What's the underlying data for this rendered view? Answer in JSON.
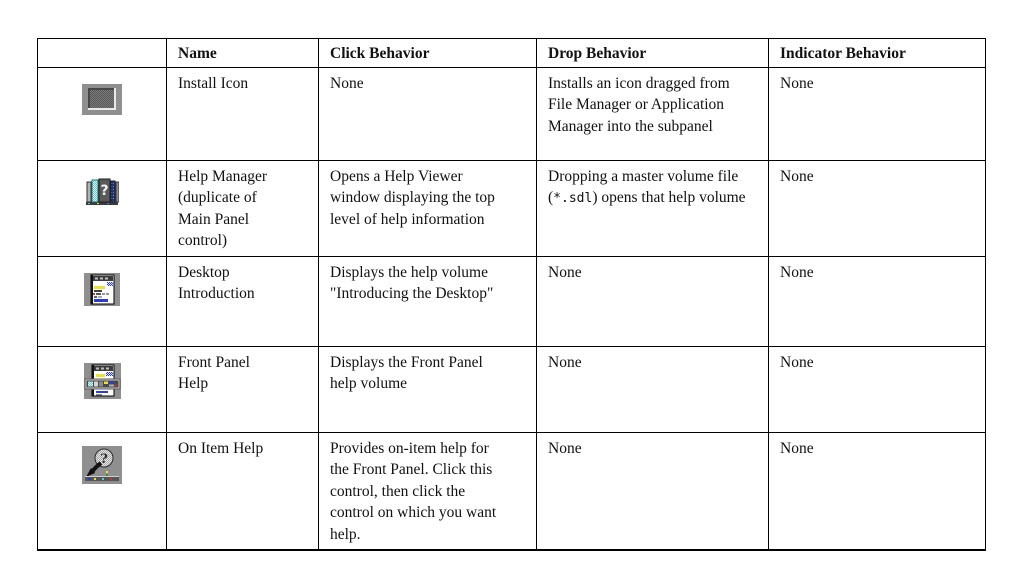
{
  "table": {
    "headers": {
      "icon": "",
      "name": "Name",
      "click": "Click Behavior",
      "drop": "Drop Behavior",
      "indicator": "Indicator Behavior"
    },
    "rows": [
      {
        "icon": "install-icon",
        "name": "Install Icon",
        "click": "None",
        "drop": "Installs an icon dragged from File Manager or Application Manager into the subpanel",
        "indicator": "None"
      },
      {
        "icon": "help-manager-icon",
        "name": "Help Manager (duplicate of Main Panel control)",
        "click": "Opens a Help Viewer window displaying the top level of help information",
        "drop_pre": "Dropping a master volume file (",
        "drop_code": "*.sdl",
        "drop_post": ") opens that help volume",
        "indicator": "None"
      },
      {
        "icon": "desktop-introduction-icon",
        "name": "Desktop Introduction",
        "click": "Displays the help volume \"Introducing the Desktop\"",
        "drop": "None",
        "indicator": "None"
      },
      {
        "icon": "front-panel-help-icon",
        "name": "Front Panel Help",
        "click": "Displays the Front Panel help volume",
        "drop": "None",
        "indicator": "None"
      },
      {
        "icon": "on-item-help-icon",
        "name": "On Item Help",
        "click": "Provides on-item help for the Front Panel. Click this control, then click the control on which you want help.",
        "drop": "None",
        "indicator": "None"
      }
    ]
  },
  "colors": {
    "table_border": "#000000",
    "icon_tile_gray": "#8f8f8f",
    "accent_yellow": "#e8e23a",
    "accent_blue": "#2d3bd1",
    "accent_red": "#c23a2e",
    "accent_cyan": "#7fd8d8"
  }
}
